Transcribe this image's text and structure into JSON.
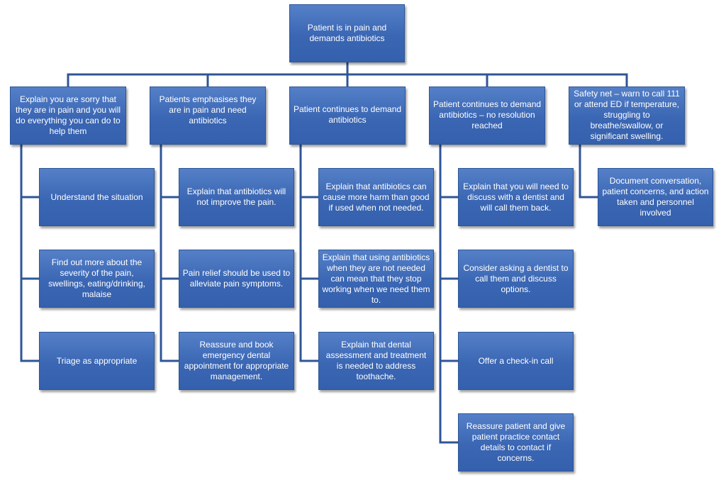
{
  "diagram": {
    "root": "Patient is in pain and demands antibiotics",
    "branches": [
      {
        "heading": "Explain you are sorry that they are in pain and you will do everything you can do to help them",
        "steps": [
          "Understand the situation",
          "Find out more about the severity of the pain, swellings, eating/drinking, malaise",
          "Triage as appropriate"
        ]
      },
      {
        "heading": "Patients emphasises they are in pain and need antibiotics",
        "steps": [
          "Explain that antibiotics will not improve the pain.",
          "Pain relief should be used to alleviate pain symptoms.",
          "Reassure and book emergency dental appointment for appropriate management."
        ]
      },
      {
        "heading": "Patient continues to demand antibiotics",
        "steps": [
          "Explain that antibiotics can cause more harm than good if used when not needed.",
          "Explain that using antibiotics when they are not needed can mean that they stop working when we need them to.",
          "Explain that dental assessment and treatment is needed to address toothache."
        ]
      },
      {
        "heading": "Patient continues to demand antibiotics – no resolution reached",
        "steps": [
          "Explain that you will need to discuss with a dentist and will call them back.",
          "Consider asking a dentist to call them and discuss options.",
          "Offer a check-in call",
          "Reassure patient and give patient practice contact details to contact if concerns."
        ]
      },
      {
        "heading": "Safety net – warn to call 111 or attend ED if temperature, struggling to breathe/swallow, or significant swelling.",
        "steps": [
          "Document conversation, patient concerns, and action taken and personnel involved"
        ]
      }
    ]
  },
  "colors": {
    "box_fill": "#3a66b3",
    "box_border": "#2c5696",
    "connector": "#2f5597",
    "text": "#ffffff"
  }
}
